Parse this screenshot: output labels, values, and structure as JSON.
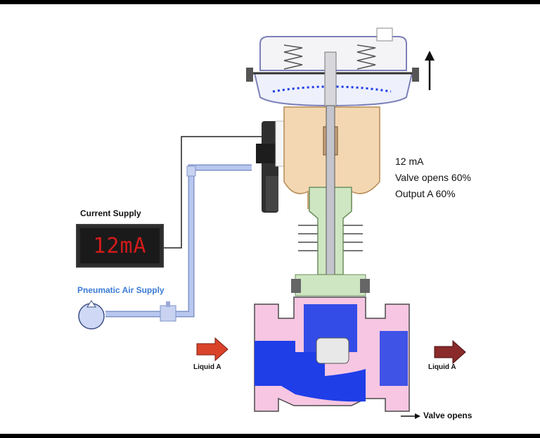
{
  "labels": {
    "current_supply": "Current Supply",
    "display_reading": "12mA",
    "pneumatic_air_supply": "Pneumatic Air Supply",
    "liquid_in": "Liquid A",
    "liquid_out": "Liquid A",
    "valve_opens": "Valve opens"
  },
  "status": {
    "current": "12  mA",
    "valve_opening": "Valve opens 60%",
    "output": "Output A 60%"
  },
  "colors": {
    "liquid": "#1f3ee8",
    "valve_body": "#f6c6e2",
    "yoke": "#cfe6c2",
    "bonnet": "#f3d7b2",
    "air_line": "#b9c7ef",
    "flow_in_arrow": "#d9432a",
    "flow_out_arrow": "#8a2a2a",
    "display_digits": "#d21a1a"
  },
  "icons": [
    "up-arrow-icon",
    "right-arrow-icon",
    "flow-arrow-icon"
  ]
}
